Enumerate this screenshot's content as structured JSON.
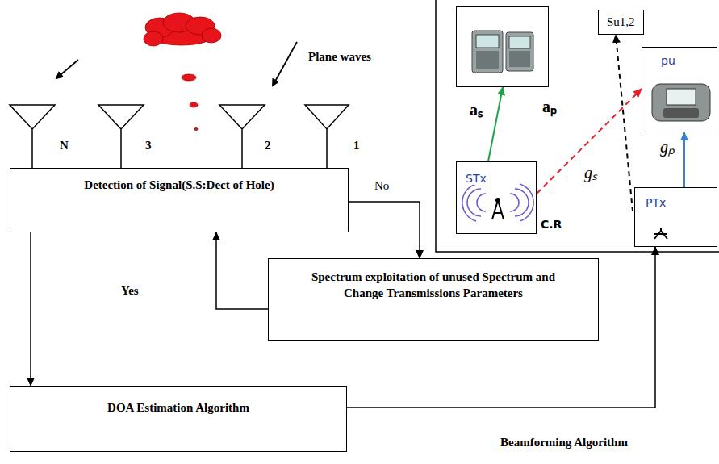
{
  "diagram": {
    "nodes": [
      {
        "text": [
          "Detection of Signal(S.S:Dect of Hole)"
        ]
      },
      {
        "text": [
          "Spectrum exploitation of unused Spectrum and Change Transmissions Parameters"
        ]
      },
      {
        "text": [
          "DOA Estimation Algorithm"
        ]
      },
      {
        "text": [
          "Su1,2"
        ]
      },
      {
        "text": [
          "pu"
        ]
      },
      {
        "text": [
          "STx"
        ]
      },
      {
        "text": [
          "PTx"
        ]
      }
    ],
    "edges": [
      {
        "from": 0,
        "to": 2,
        "label": "Yes",
        "arrow": "to"
      },
      {
        "from": 0,
        "to": 1,
        "label": "No",
        "arrow": "to"
      },
      {
        "from": 1,
        "to": 0,
        "arrow": "to"
      },
      {
        "from": 2,
        "to": 6,
        "label": "Beamforming Algorithm",
        "arrow": "to"
      },
      {
        "from": 5,
        "to": 3,
        "label": "aₛ",
        "arrow": "to"
      },
      {
        "from": 5,
        "to": 4,
        "label": "aₚ",
        "arrow": "to"
      },
      {
        "from": 6,
        "to": 3,
        "label": "gₛ",
        "arrow": "to"
      },
      {
        "from": 6,
        "to": 4,
        "label": "gₚ",
        "arrow": "to"
      }
    ],
    "labels": [
      "Plane waves",
      "N",
      "3",
      "2",
      "1",
      "C.R"
    ]
  }
}
